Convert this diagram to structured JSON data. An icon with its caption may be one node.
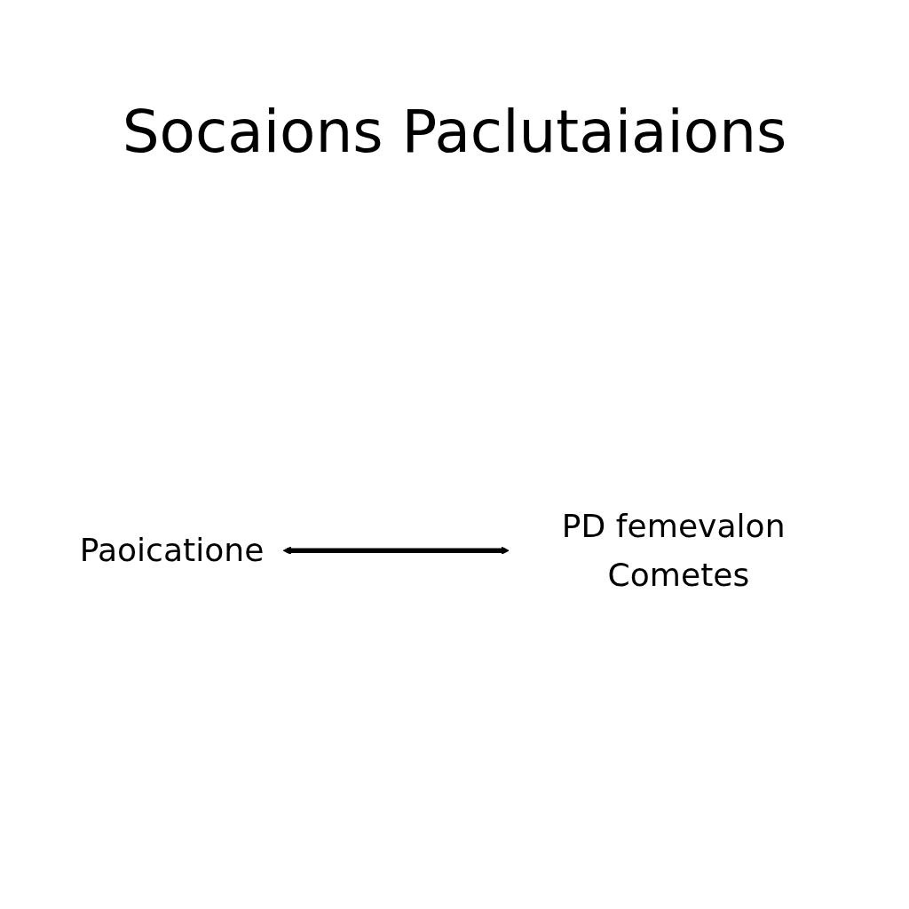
{
  "diagram": {
    "title": "Socaions Paclutaiaions",
    "nodes": [
      {
        "text": [
          "Paoicatione"
        ]
      },
      {
        "text": [
          "PD femevalon Cometes"
        ]
      }
    ],
    "edges": [
      {
        "from": 0,
        "to": 1,
        "arrow": "both"
      }
    ]
  }
}
